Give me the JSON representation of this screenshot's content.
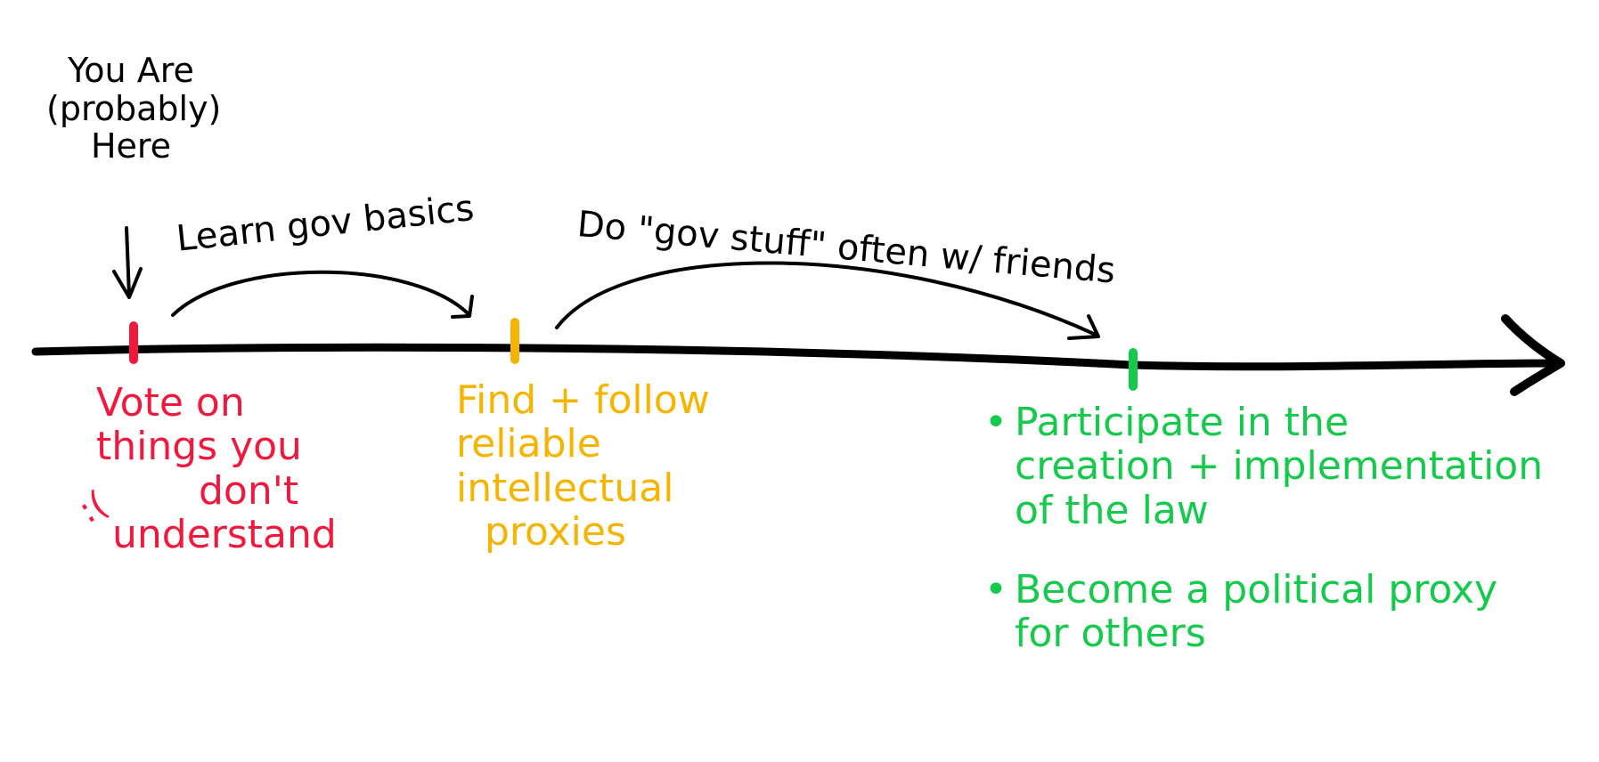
{
  "diagram": {
    "start_annotation": [
      "You Are",
      "(probably)",
      "Here"
    ],
    "transitions": [
      {
        "label": "Learn gov basics"
      },
      {
        "label": "Do \"gov stuff\" often w/ friends"
      }
    ],
    "stages": [
      {
        "color": "#f0193d",
        "lines": [
          "Vote on",
          "things you",
          "don't",
          "understand"
        ],
        "emoticon": ":("
      },
      {
        "color": "#f5b400",
        "lines": [
          "Find + follow",
          "reliable",
          "intellectual",
          "proxies"
        ]
      },
      {
        "color": "#14c94b",
        "items": [
          {
            "bullet": "•",
            "lines": [
              "Participate in the",
              "creation + implementation",
              "of the law"
            ]
          },
          {
            "bullet": "•",
            "lines": [
              "Become a political proxy",
              "for others"
            ]
          }
        ]
      }
    ],
    "line_color": "#000000"
  }
}
